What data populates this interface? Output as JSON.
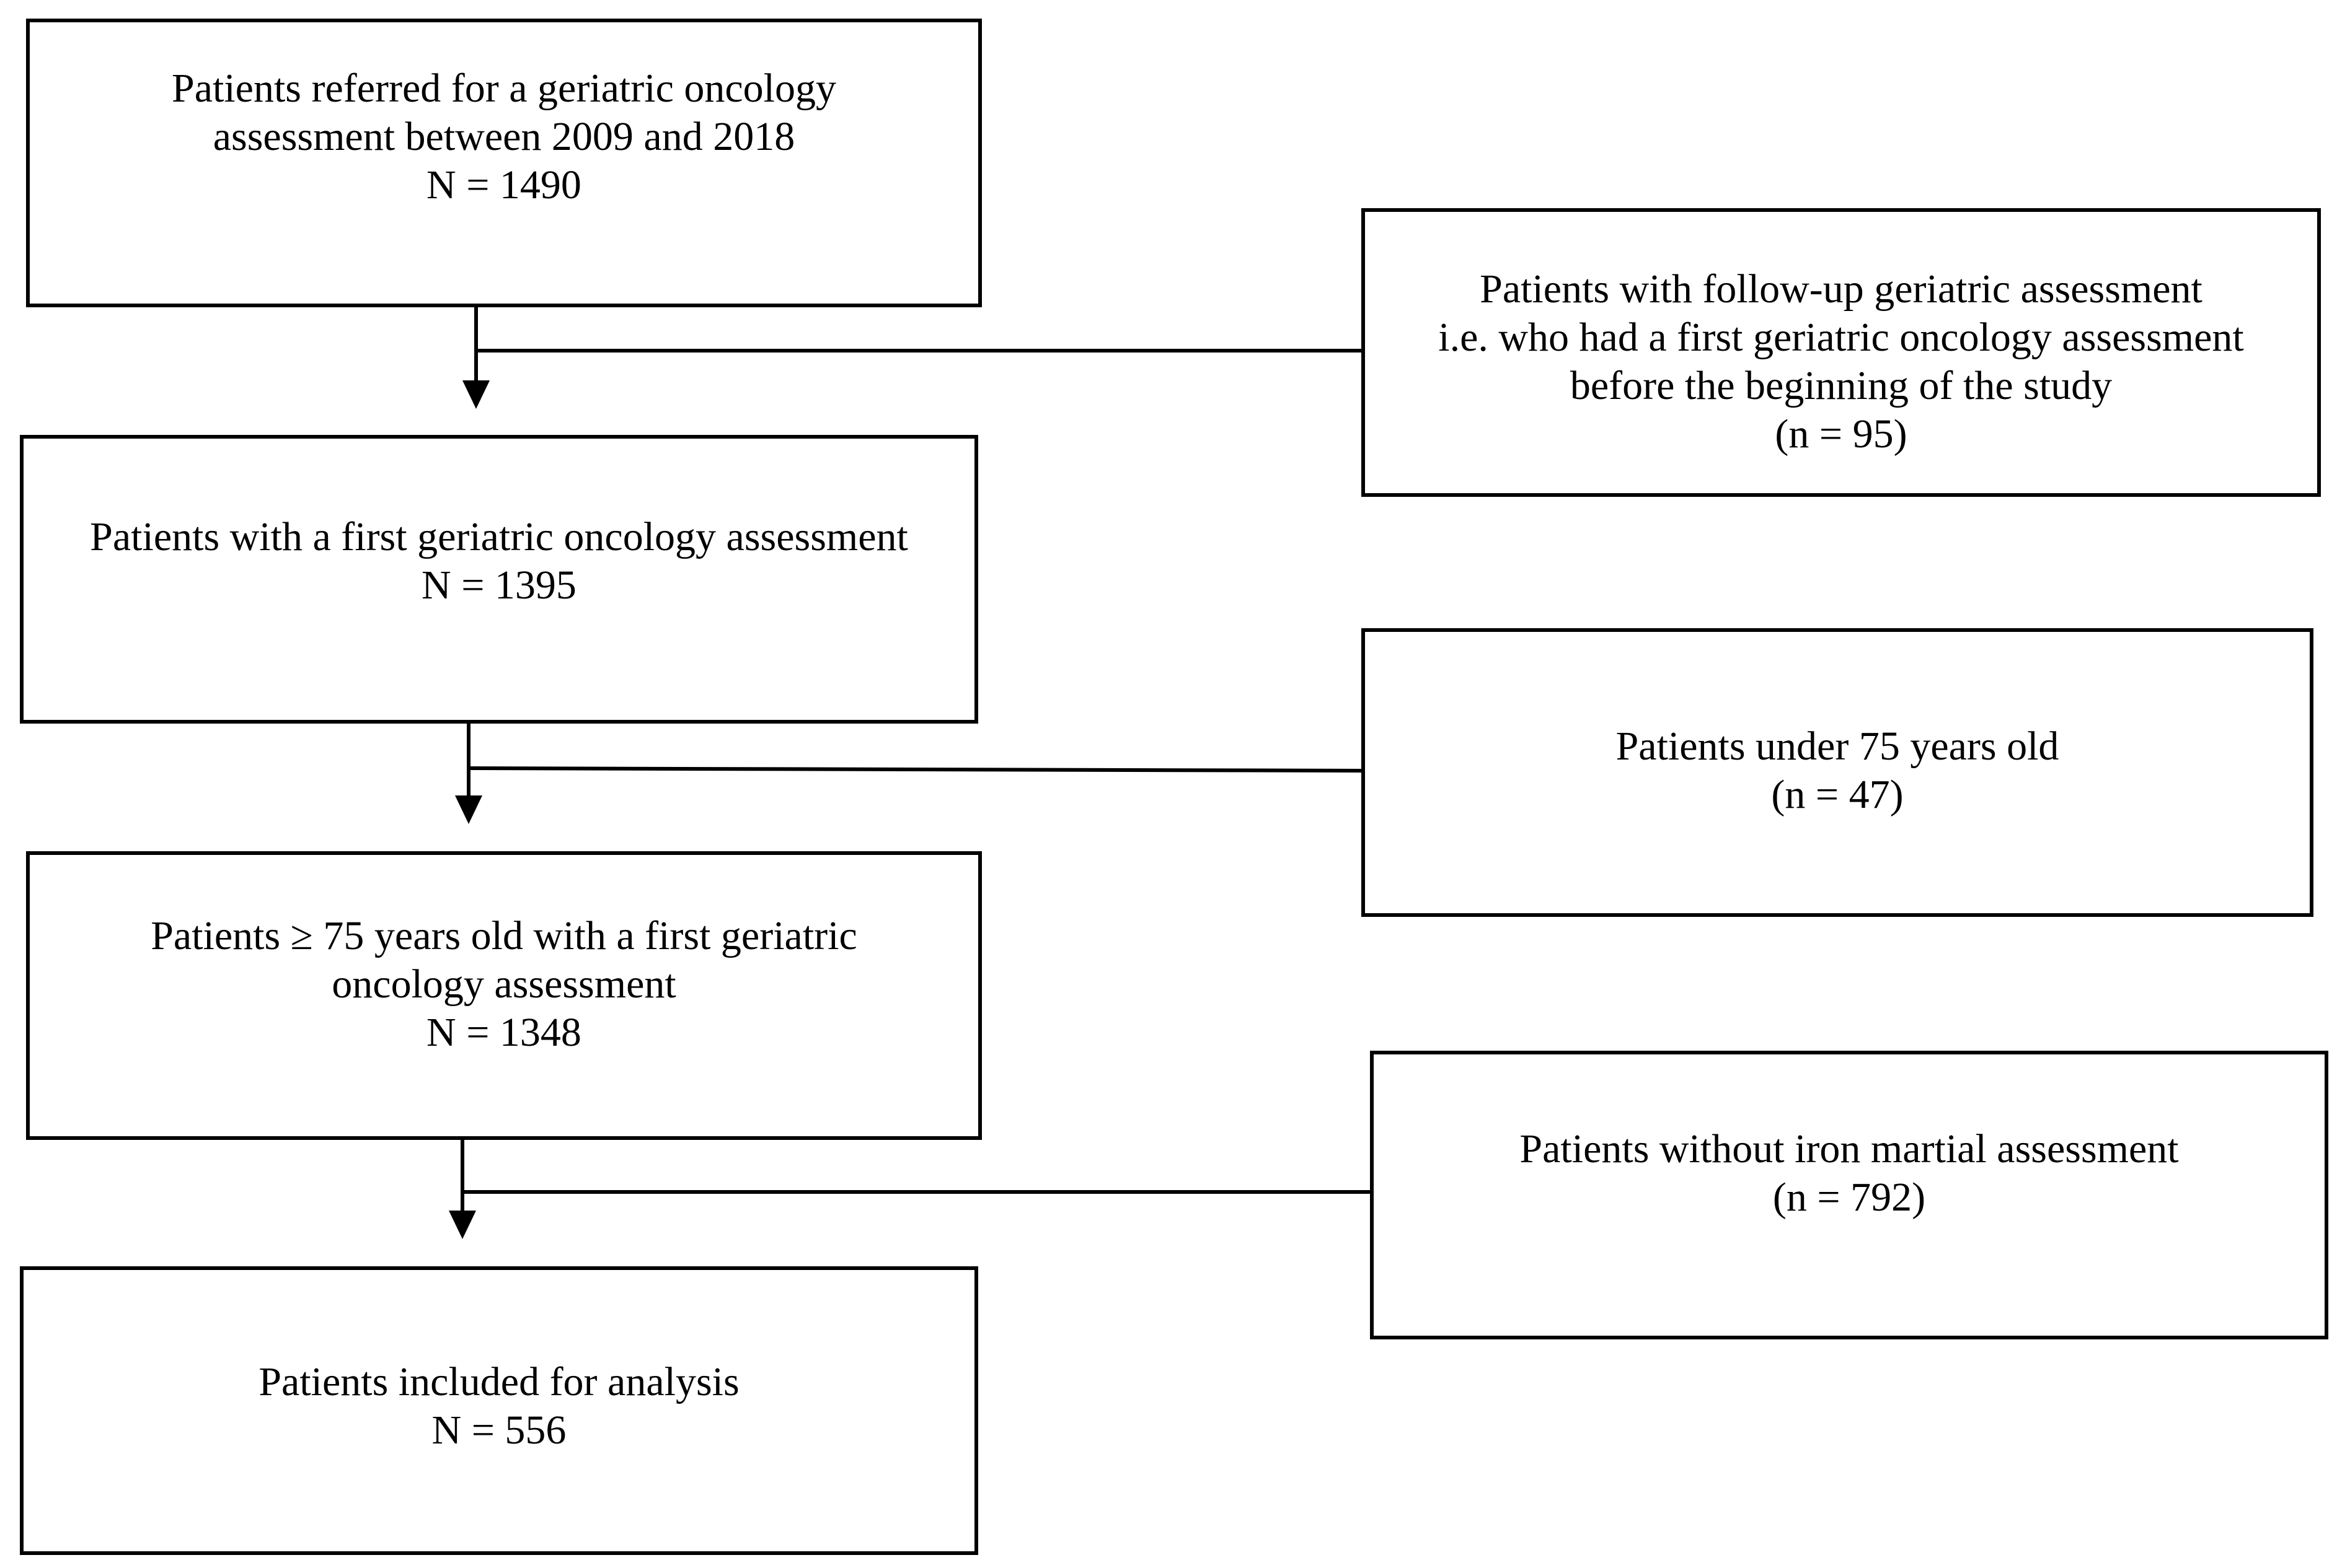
{
  "main_flow": {
    "referred": {
      "line1": "Patients referred for a geriatric oncology",
      "line2": "assessment between 2009 and 2018",
      "count": "N = 1490"
    },
    "first_assessment": {
      "line1": "Patients with a first geriatric oncology assessment",
      "count": "N = 1395"
    },
    "age_75_plus": {
      "line1": "Patients  ≥ 75 years old with a first geriatric",
      "line2": "oncology assessment",
      "count": "N = 1348"
    },
    "included": {
      "line1": "Patients included for analysis",
      "count": "N = 556"
    }
  },
  "exclusions": {
    "follow_up": {
      "line1": "Patients with follow-up geriatric assessment",
      "line2": "i.e. who had a first geriatric oncology assessment",
      "line3": "before the beginning of the study",
      "count": "(n = 95)"
    },
    "under_75": {
      "line1": "Patients under 75 years old",
      "count": "(n = 47)"
    },
    "no_iron": {
      "line1": "Patients without iron martial assessment",
      "count": "(n = 792)"
    }
  }
}
